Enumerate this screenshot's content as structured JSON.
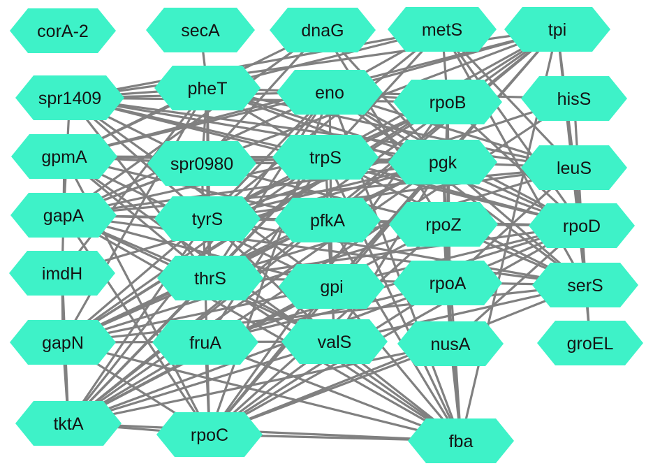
{
  "colors": {
    "node_fill": "#3ef2c8",
    "edge": "#808080",
    "label": "#141414"
  },
  "nodes": [
    {
      "id": "corA-2",
      "label": "corA-2"
    },
    {
      "id": "secA",
      "label": "secA"
    },
    {
      "id": "dnaG",
      "label": "dnaG"
    },
    {
      "id": "metS",
      "label": "metS"
    },
    {
      "id": "tpi",
      "label": "tpi"
    },
    {
      "id": "spr1409",
      "label": "spr1409"
    },
    {
      "id": "pheT",
      "label": "pheT"
    },
    {
      "id": "eno",
      "label": "eno"
    },
    {
      "id": "rpoB",
      "label": "rpoB"
    },
    {
      "id": "hisS",
      "label": "hisS"
    },
    {
      "id": "gpmA",
      "label": "gpmA"
    },
    {
      "id": "spr0980",
      "label": "spr0980"
    },
    {
      "id": "trpS",
      "label": "trpS"
    },
    {
      "id": "pgk",
      "label": "pgk"
    },
    {
      "id": "leuS",
      "label": "leuS"
    },
    {
      "id": "gapA",
      "label": "gapA"
    },
    {
      "id": "tyrS",
      "label": "tyrS"
    },
    {
      "id": "pfkA",
      "label": "pfkA"
    },
    {
      "id": "rpoZ",
      "label": "rpoZ"
    },
    {
      "id": "rpoD",
      "label": "rpoD"
    },
    {
      "id": "imdH",
      "label": "imdH"
    },
    {
      "id": "thrS",
      "label": "thrS"
    },
    {
      "id": "gpi",
      "label": "gpi"
    },
    {
      "id": "rpoA",
      "label": "rpoA"
    },
    {
      "id": "serS",
      "label": "serS"
    },
    {
      "id": "gapN",
      "label": "gapN"
    },
    {
      "id": "fruA",
      "label": "fruA"
    },
    {
      "id": "valS",
      "label": "valS"
    },
    {
      "id": "nusA",
      "label": "nusA"
    },
    {
      "id": "groEL",
      "label": "groEL"
    },
    {
      "id": "tktA",
      "label": "tktA"
    },
    {
      "id": "rpoC",
      "label": "rpoC"
    },
    {
      "id": "fba",
      "label": "fba"
    }
  ],
  "edges": [
    [
      "secA",
      "pheT"
    ],
    [
      "dnaG",
      "spr0980"
    ],
    [
      "dnaG",
      "gpmA"
    ],
    [
      "dnaG",
      "gapA"
    ],
    [
      "dnaG",
      "rpoZ"
    ],
    [
      "dnaG",
      "pgk"
    ],
    [
      "metS",
      "pheT"
    ],
    [
      "metS",
      "eno"
    ],
    [
      "metS",
      "spr1409"
    ],
    [
      "metS",
      "rpoB"
    ],
    [
      "metS",
      "leuS"
    ],
    [
      "metS",
      "rpoD"
    ],
    [
      "metS",
      "trpS"
    ],
    [
      "metS",
      "tyrS"
    ],
    [
      "metS",
      "serS"
    ],
    [
      "tpi",
      "spr1409"
    ],
    [
      "tpi",
      "eno"
    ],
    [
      "tpi",
      "pgk"
    ],
    [
      "tpi",
      "gpi"
    ],
    [
      "tpi",
      "pfkA"
    ],
    [
      "tpi",
      "fba"
    ],
    [
      "tpi",
      "gapA"
    ],
    [
      "tpi",
      "gpmA"
    ],
    [
      "tpi",
      "gapN"
    ],
    [
      "tpi",
      "tktA"
    ],
    [
      "tpi",
      "rpoD"
    ],
    [
      "tpi",
      "serS"
    ],
    [
      "tpi",
      "trpS"
    ],
    [
      "tpi",
      "thrS"
    ],
    [
      "spr1409",
      "pheT"
    ],
    [
      "spr1409",
      "eno"
    ],
    [
      "spr1409",
      "rpoB"
    ],
    [
      "spr1409",
      "trpS"
    ],
    [
      "spr1409",
      "pgk"
    ],
    [
      "spr1409",
      "rpoD"
    ],
    [
      "spr1409",
      "leuS"
    ],
    [
      "spr1409",
      "tyrS"
    ],
    [
      "spr1409",
      "gapA"
    ],
    [
      "spr1409",
      "thrS"
    ],
    [
      "spr1409",
      "spr0980"
    ],
    [
      "spr1409",
      "gpi"
    ],
    [
      "pheT",
      "eno"
    ],
    [
      "pheT",
      "gpmA"
    ],
    [
      "pheT",
      "tyrS"
    ],
    [
      "pheT",
      "rpoD"
    ],
    [
      "pheT",
      "trpS"
    ],
    [
      "pheT",
      "pgk"
    ],
    [
      "pheT",
      "imdH"
    ],
    [
      "pheT",
      "gapN"
    ],
    [
      "pheT",
      "thrS"
    ],
    [
      "pheT",
      "leuS"
    ],
    [
      "pheT",
      "spr0980"
    ],
    [
      "eno",
      "gpmA"
    ],
    [
      "eno",
      "rpoB"
    ],
    [
      "eno",
      "tyrS"
    ],
    [
      "eno",
      "leuS"
    ],
    [
      "eno",
      "hisS"
    ],
    [
      "eno",
      "gpi"
    ],
    [
      "eno",
      "pgk"
    ],
    [
      "eno",
      "gapA"
    ],
    [
      "eno",
      "rpoC"
    ],
    [
      "eno",
      "fba"
    ],
    [
      "eno",
      "tktA"
    ],
    [
      "eno",
      "rpoD"
    ],
    [
      "eno",
      "serS"
    ],
    [
      "eno",
      "thrS"
    ],
    [
      "rpoB",
      "rpoZ"
    ],
    [
      "rpoB",
      "rpoA"
    ],
    [
      "rpoB",
      "rpoC"
    ],
    [
      "rpoB",
      "rpoD"
    ],
    [
      "rpoB",
      "nusA"
    ],
    [
      "rpoB",
      "tyrS"
    ],
    [
      "rpoB",
      "trpS"
    ],
    [
      "rpoB",
      "gapN"
    ],
    [
      "hisS",
      "serS"
    ],
    [
      "hisS",
      "tyrS"
    ],
    [
      "hisS",
      "fruA"
    ],
    [
      "gpmA",
      "trpS"
    ],
    [
      "gpmA",
      "pgk"
    ],
    [
      "gpmA",
      "gpi"
    ],
    [
      "gpmA",
      "rpoC"
    ],
    [
      "gpmA",
      "pfkA"
    ],
    [
      "gpmA",
      "thrS"
    ],
    [
      "gpmA",
      "fba"
    ],
    [
      "gpmA",
      "gapA"
    ],
    [
      "gpmA",
      "spr0980"
    ],
    [
      "spr0980",
      "trpS"
    ],
    [
      "spr0980",
      "gapA"
    ],
    [
      "spr0980",
      "rpoZ"
    ],
    [
      "spr0980",
      "rpoC"
    ],
    [
      "spr0980",
      "pgk"
    ],
    [
      "trpS",
      "leuS"
    ],
    [
      "trpS",
      "gapA"
    ],
    [
      "trpS",
      "valS"
    ],
    [
      "trpS",
      "rpoD"
    ],
    [
      "trpS",
      "tyrS"
    ],
    [
      "trpS",
      "tktA"
    ],
    [
      "trpS",
      "serS"
    ],
    [
      "trpS",
      "thrS"
    ],
    [
      "trpS",
      "fruA"
    ],
    [
      "trpS",
      "gapN"
    ],
    [
      "trpS",
      "fba"
    ],
    [
      "pgk",
      "gapA"
    ],
    [
      "pgk",
      "gpi"
    ],
    [
      "pgk",
      "fba"
    ],
    [
      "pgk",
      "pfkA"
    ],
    [
      "pgk",
      "tktA"
    ],
    [
      "pgk",
      "gapN"
    ],
    [
      "pgk",
      "tyrS"
    ],
    [
      "pgk",
      "thrS"
    ],
    [
      "pgk",
      "rpoD"
    ],
    [
      "pgk",
      "serS"
    ],
    [
      "pgk",
      "valS"
    ],
    [
      "pgk",
      "rpoC"
    ],
    [
      "pgk",
      "imdH"
    ],
    [
      "pgk",
      "rpoA"
    ],
    [
      "leuS",
      "tyrS"
    ],
    [
      "leuS",
      "thrS"
    ],
    [
      "leuS",
      "gapA"
    ],
    [
      "leuS",
      "rpoA"
    ],
    [
      "leuS",
      "serS"
    ],
    [
      "gapA",
      "gpi"
    ],
    [
      "gapA",
      "valS"
    ],
    [
      "gapA",
      "fba"
    ],
    [
      "gapA",
      "pfkA"
    ],
    [
      "gapA",
      "tyrS"
    ],
    [
      "gapA",
      "thrS"
    ],
    [
      "gapA",
      "rpoC"
    ],
    [
      "gapA",
      "imdH"
    ],
    [
      "gapA",
      "serS"
    ],
    [
      "tyrS",
      "thrS"
    ],
    [
      "tyrS",
      "pfkA"
    ],
    [
      "tyrS",
      "valS"
    ],
    [
      "tyrS",
      "rpoD"
    ],
    [
      "tyrS",
      "gapN"
    ],
    [
      "tyrS",
      "tktA"
    ],
    [
      "tyrS",
      "serS"
    ],
    [
      "pfkA",
      "gpi"
    ],
    [
      "pfkA",
      "fba"
    ],
    [
      "pfkA",
      "gapN"
    ],
    [
      "pfkA",
      "tktA"
    ],
    [
      "pfkA",
      "rpoD"
    ],
    [
      "pfkA",
      "rpoZ"
    ],
    [
      "rpoZ",
      "rpoD"
    ],
    [
      "rpoZ",
      "rpoA"
    ],
    [
      "rpoZ",
      "rpoC"
    ],
    [
      "rpoZ",
      "nusA"
    ],
    [
      "rpoZ",
      "gapN"
    ],
    [
      "rpoZ",
      "tktA"
    ],
    [
      "rpoZ",
      "serS"
    ],
    [
      "rpoD",
      "rpoA"
    ],
    [
      "rpoD",
      "rpoC"
    ],
    [
      "rpoD",
      "nusA"
    ],
    [
      "rpoD",
      "gpi"
    ],
    [
      "rpoD",
      "fruA"
    ],
    [
      "rpoD",
      "groEL"
    ],
    [
      "rpoD",
      "thrS"
    ],
    [
      "thrS",
      "valS"
    ],
    [
      "thrS",
      "serS"
    ],
    [
      "thrS",
      "gapN"
    ],
    [
      "thrS",
      "tktA"
    ],
    [
      "thrS",
      "fba"
    ],
    [
      "gpi",
      "fba"
    ],
    [
      "gpi",
      "tktA"
    ],
    [
      "gpi",
      "gapN"
    ],
    [
      "gpi",
      "rpoC"
    ],
    [
      "gpi",
      "valS"
    ],
    [
      "rpoA",
      "rpoC"
    ],
    [
      "rpoA",
      "nusA"
    ],
    [
      "rpoA",
      "fba"
    ],
    [
      "rpoA",
      "tktA"
    ],
    [
      "rpoA",
      "fruA"
    ],
    [
      "serS",
      "valS"
    ],
    [
      "serS",
      "groEL"
    ],
    [
      "serS",
      "gapN"
    ],
    [
      "serS",
      "rpoC"
    ],
    [
      "gapN",
      "tktA"
    ],
    [
      "gapN",
      "fba"
    ],
    [
      "gapN",
      "valS"
    ],
    [
      "gapN",
      "imdH"
    ],
    [
      "gapN",
      "rpoC"
    ],
    [
      "fruA",
      "fba"
    ],
    [
      "fruA",
      "rpoC"
    ],
    [
      "fruA",
      "tktA"
    ],
    [
      "valS",
      "fba"
    ],
    [
      "valS",
      "tktA"
    ],
    [
      "valS",
      "rpoC"
    ],
    [
      "nusA",
      "fba"
    ],
    [
      "nusA",
      "rpoC"
    ],
    [
      "nusA",
      "tktA"
    ],
    [
      "tktA",
      "rpoC"
    ],
    [
      "tktA",
      "imdH"
    ],
    [
      "tktA",
      "fba"
    ],
    [
      "rpoC",
      "fba"
    ]
  ]
}
